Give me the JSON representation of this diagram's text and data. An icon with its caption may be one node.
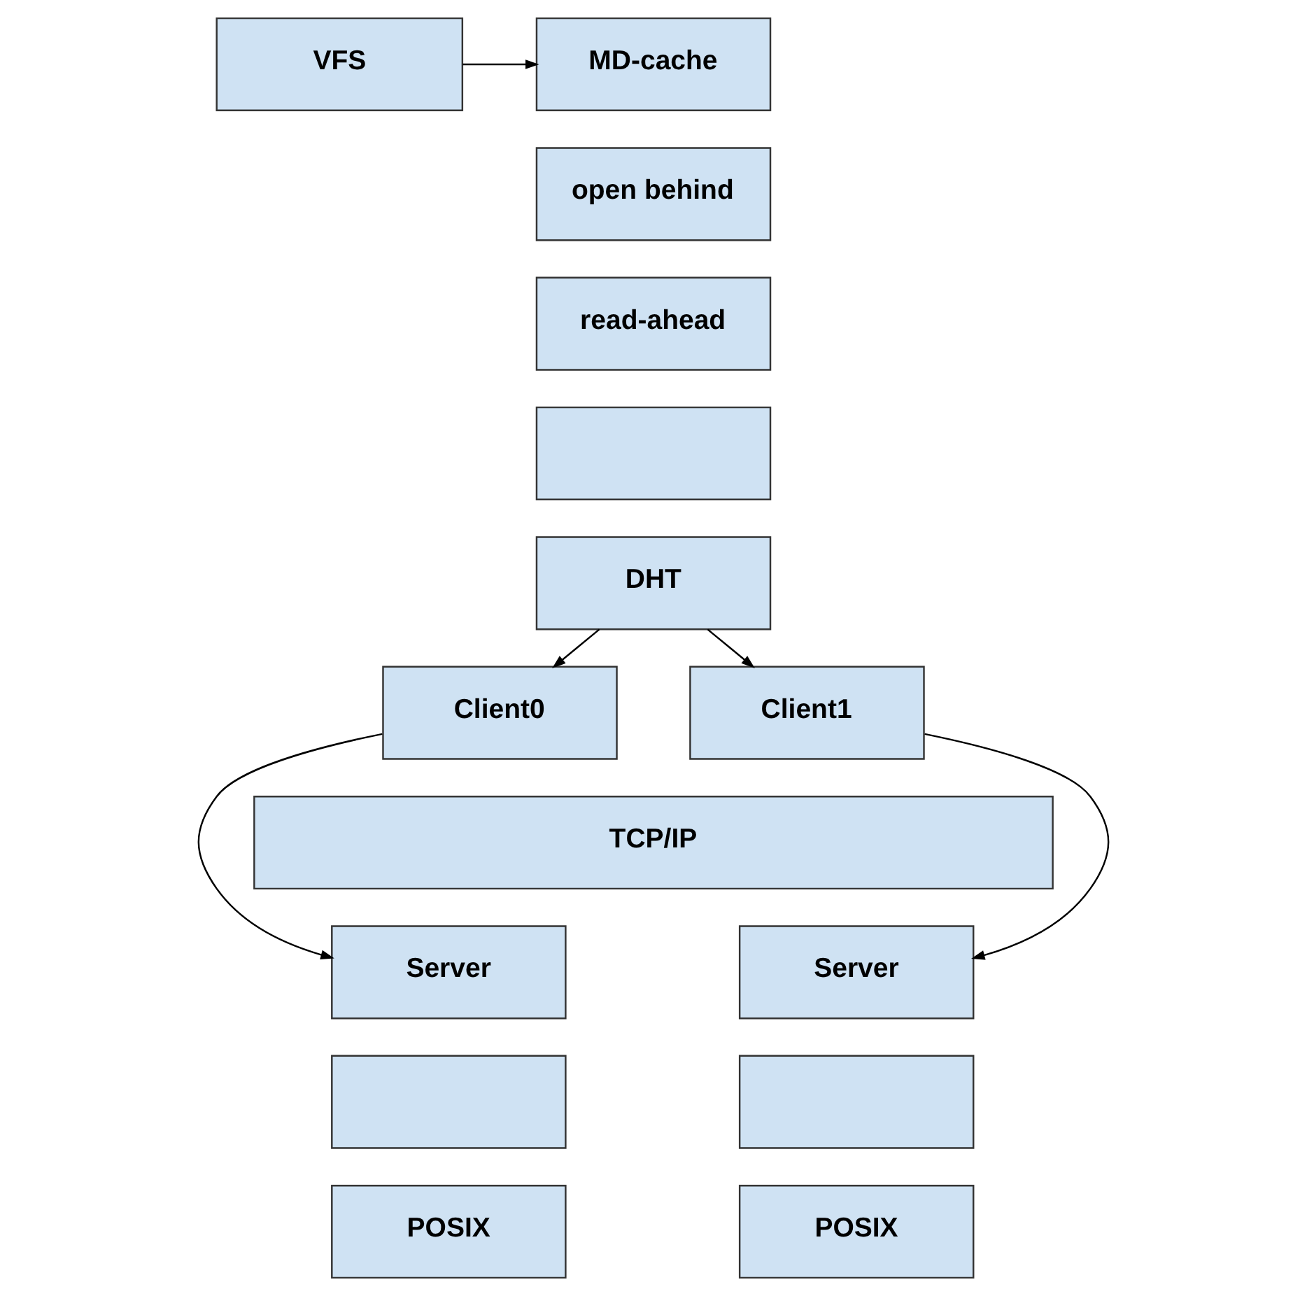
{
  "diagram": {
    "nodes": [
      {
        "text": [
          "VFS"
        ]
      },
      {
        "text": [
          "MD-cache"
        ]
      },
      {
        "text": [
          "open behind"
        ]
      },
      {
        "text": [
          "read-ahead"
        ]
      },
      {
        "text": [],
        "shape": "box"
      },
      {
        "text": [
          "DHT"
        ]
      },
      {
        "text": [
          "Client0"
        ]
      },
      {
        "text": [
          "Client1"
        ]
      },
      {
        "text": [
          "TCP/IP"
        ]
      },
      {
        "text": [
          "Server"
        ]
      },
      {
        "text": [],
        "shape": "box"
      },
      {
        "text": [
          "POSIX"
        ]
      },
      {
        "text": [
          "Server"
        ]
      },
      {
        "text": [],
        "shape": "box"
      },
      {
        "text": [
          "POSIX"
        ]
      }
    ],
    "edges": [
      {
        "from": 0,
        "to": 1,
        "arrow": "to"
      },
      {
        "from": 5,
        "to": 6,
        "arrow": "to"
      },
      {
        "from": 5,
        "to": 7,
        "arrow": "to"
      },
      {
        "from": 6,
        "to": 9,
        "arrow": "to"
      },
      {
        "from": 7,
        "to": 12,
        "arrow": "to"
      }
    ]
  }
}
